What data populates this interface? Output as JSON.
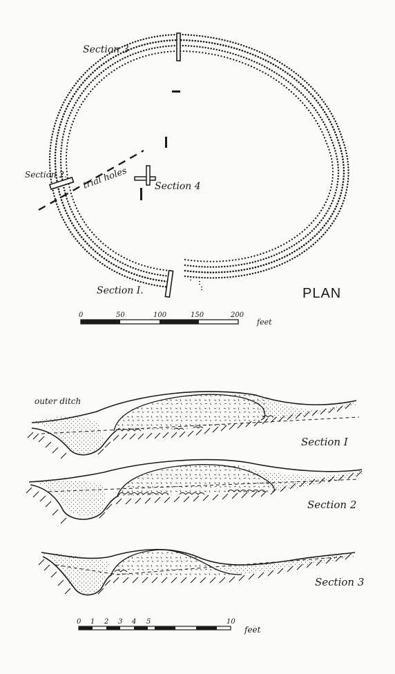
{
  "plan": {
    "title": "PLAN",
    "labels": {
      "section1": "Section I.",
      "section2": "Section 2.",
      "section3": "Section 3",
      "section4": "Section 4",
      "trial_holes": "trial holes"
    },
    "scale": {
      "ticks": [
        "0",
        "50",
        "100",
        "150",
        "200"
      ],
      "unit": "feet"
    }
  },
  "sections": {
    "outer_ditch": "outer ditch",
    "section1": "Section I",
    "section2": "Section 2",
    "section3": "Section 3",
    "scale": {
      "ticks": [
        "0",
        "1",
        "2",
        "3",
        "4",
        "5",
        "10"
      ],
      "unit": "feet"
    }
  },
  "colors": {
    "ink": "#1a1a1a",
    "paper": "#fbfbf9"
  }
}
